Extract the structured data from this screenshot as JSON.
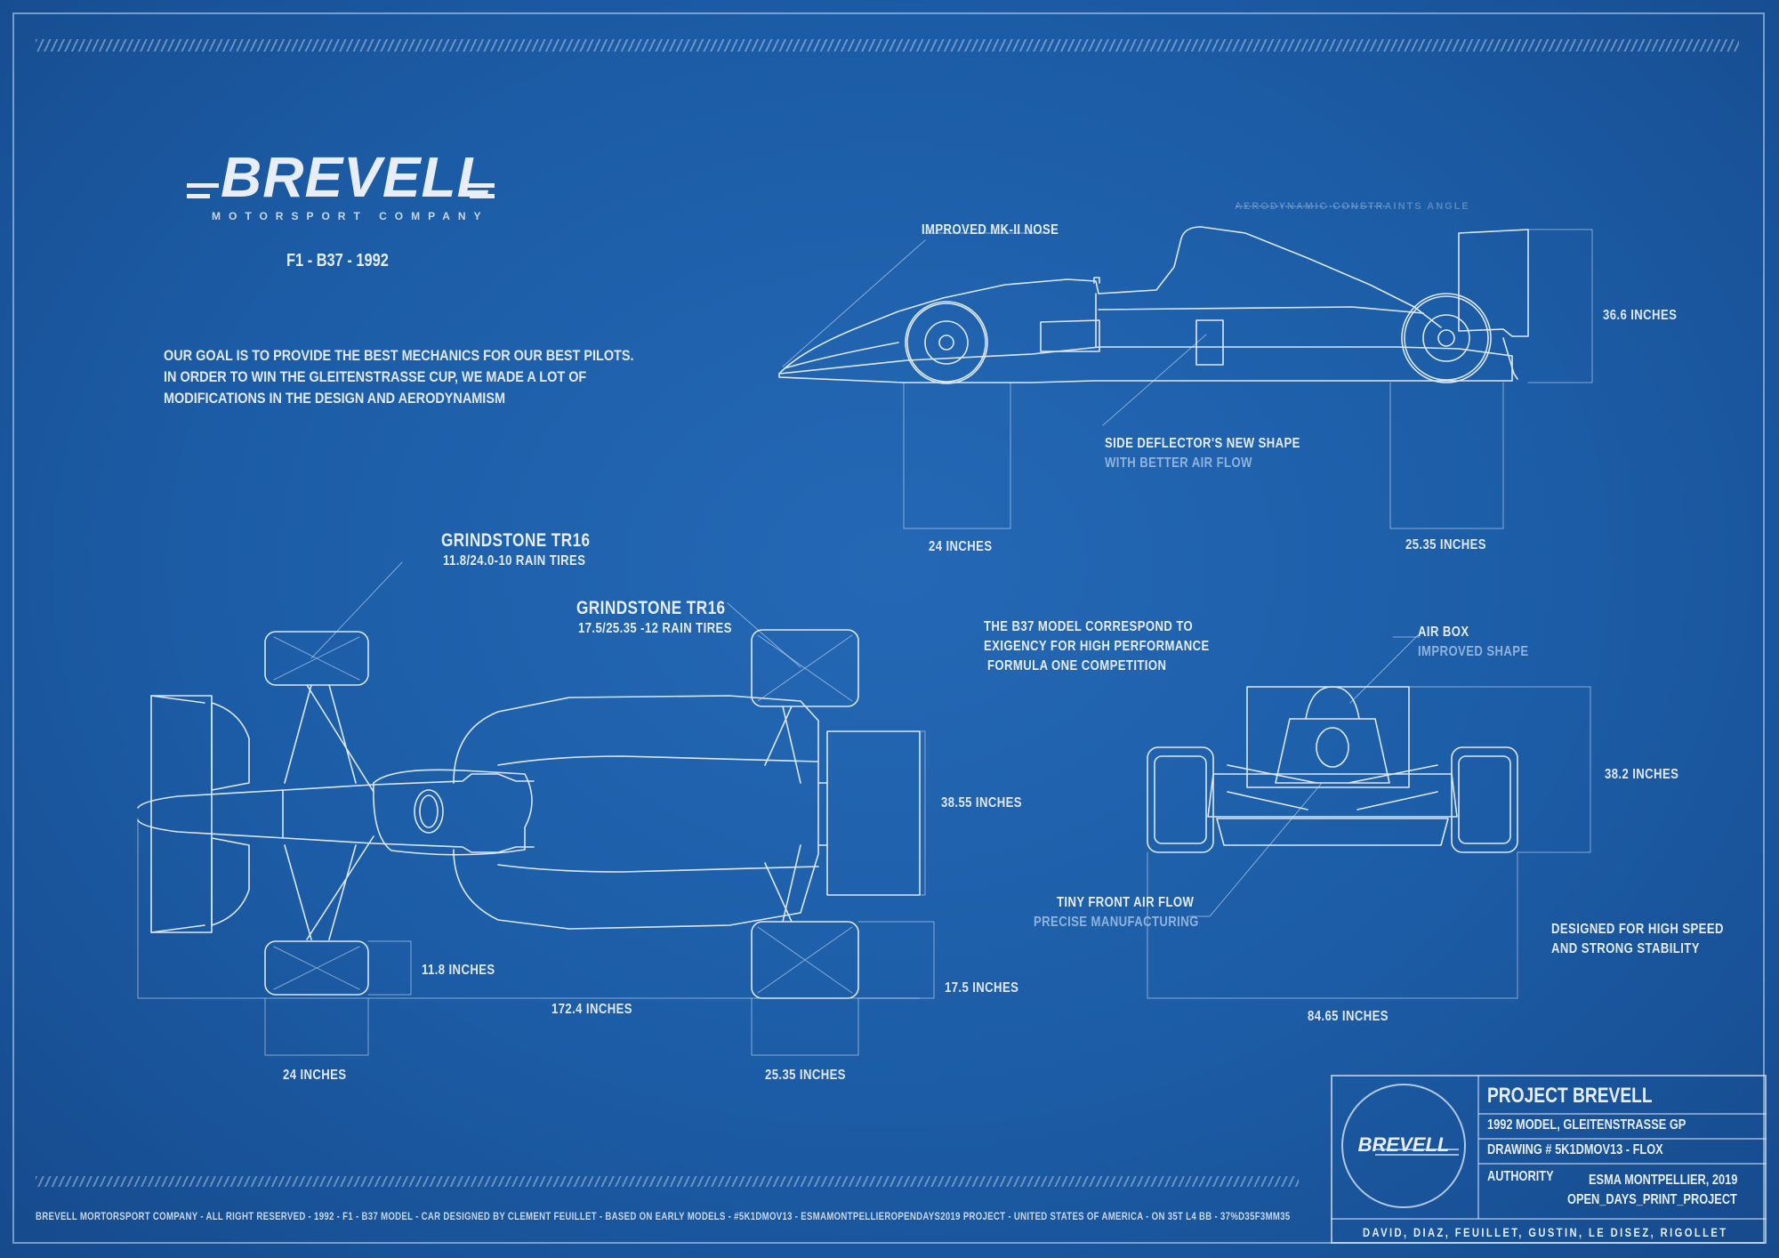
{
  "brand": {
    "name": "BREVELL",
    "tagline": "MOTORSPORT COMPANY",
    "model": "F1 - B37 - 1992"
  },
  "goal_text": [
    "OUR GOAL IS TO PROVIDE THE BEST MECHANICS FOR OUR BEST PILOTS.",
    "IN ORDER TO WIN THE GLEITENSTRASSE CUP, WE MADE A LOT OF",
    "MODIFICATIONS IN THE DESIGN AND AERODYNAMISM"
  ],
  "side_view": {
    "faint_label": "AERODYNAMIC CONSTRAINTS ANGLE",
    "nose_label": "IMPROVED MK-II NOSE",
    "deflector_line1": "SIDE DEFLECTOR'S NEW SHAPE",
    "deflector_line2": "WITH BETTER AIR FLOW",
    "front_wheel_dim": "24 INCHES",
    "rear_wheel_dim": "25.35 INCHES",
    "height_dim": "36.6 INCHES"
  },
  "top_view": {
    "front_tire_title": "GRINDSTONE TR16",
    "front_tire_spec": "11.8/24.0-10 RAIN TIRES",
    "rear_tire_title": "GRINDSTONE TR16",
    "rear_tire_spec": "17.5/25.35 -12 RAIN TIRES",
    "width_dim": "38.55 INCHES",
    "front_tire_width": "11.8 INCHES",
    "rear_tire_width": "17.5 INCHES",
    "length_dim": "172.4 INCHES",
    "front_tire_dia": "24 INCHES",
    "rear_tire_dia": "25.35 INCHES"
  },
  "front_view": {
    "model_note": [
      "THE B37 MODEL CORRESPOND TO",
      "EXIGENCY FOR HIGH PERFORMANCE",
      "FORMULA ONE COMPETITION"
    ],
    "airbox_line1": "AIR BOX",
    "airbox_line2": "IMPROVED SHAPE",
    "airflow_line1": "TINY FRONT AIR FLOW",
    "airflow_line2": "PRECISE MANUFACTURING",
    "height_dim": "38.2 INCHES",
    "width_dim": "84.65 INCHES",
    "design_note": [
      "DESIGNED FOR HIGH SPEED",
      "AND STRONG STABILITY"
    ]
  },
  "title_block": {
    "seal": "BREVELL",
    "project": "PROJECT BREVELL",
    "model_line": "1992 MODEL, GLEITENSTRASSE GP",
    "drawing": "DRAWING # 5K1DMOV13 - FLOX",
    "authority_label": "AUTHORITY",
    "authority_line1": "ESMA MONTPELLIER, 2019",
    "authority_line2": "OPEN_DAYS_PRINT_PROJECT",
    "authors": "DAVID, DIAZ, FEUILLET, GUSTIN, LE DISEZ, RIGOLLET"
  },
  "footer": "BREVELL MORTORSPORT COMPANY - ALL RIGHT RESERVED - 1992 - F1 - B37 MODEL - CAR DESIGNED BY CLEMENT FEUILLET - BASED ON EARLY MODELS - #5K1DMOV13 - ESMAMONTPELLIEROPENDAYS2019 PROJECT - UNITED STATES OF AMERICA - ON 35T L4 BB - 37%D35F3MM35",
  "colors": {
    "paper": "#1c5da8",
    "ink": "#dfe9f6"
  }
}
